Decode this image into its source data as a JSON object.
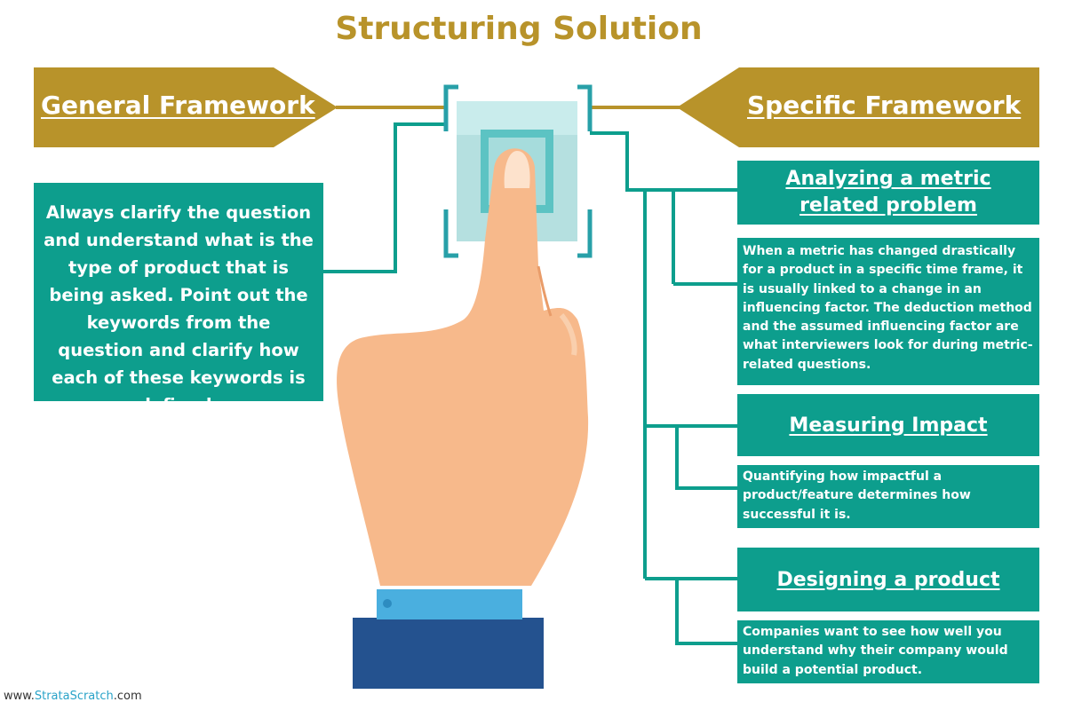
{
  "title": "Structuring Solution",
  "colors": {
    "gold": "#b8932a",
    "teal": "#0d9e8d",
    "skin": "#f7b98b",
    "cuff": "#4aafdf",
    "sleeve": "#24528f"
  },
  "general": {
    "label": "General Framework",
    "text": "Always clarify the question and understand what is the type of product that is being asked. Point out the keywords from the question and clarify how each of these keywords is defined."
  },
  "specific": {
    "label": "Specific Framework",
    "items": [
      {
        "heading": "Analyzing a metric related problem",
        "description": "When a metric has changed drastically for a product in a specific time frame, it is usually linked to a change in an influencing factor. The deduction method and the assumed influencing factor are what interviewers look for during metric-related questions."
      },
      {
        "heading": "Measuring Impact",
        "description": "Quantifying how impactful a product/feature determines how successful it is."
      },
      {
        "heading": "Designing a product",
        "description": "Companies want to see how well you understand why their company would build a potential product."
      }
    ]
  },
  "footer": {
    "prefix": "www.",
    "brand": "StrataScratch",
    "suffix": ".com"
  }
}
